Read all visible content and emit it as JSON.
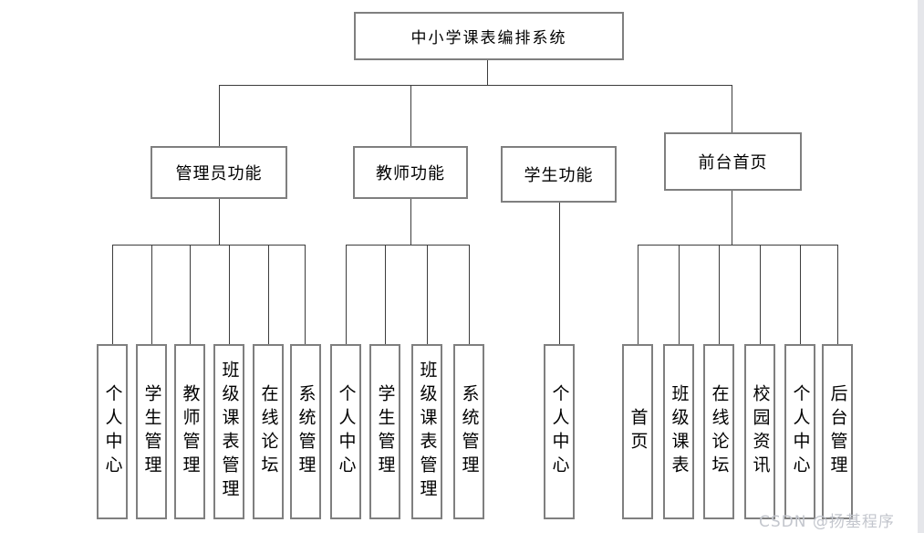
{
  "diagram": {
    "root": {
      "label": "中小学课表编排系统"
    },
    "branches": [
      {
        "label": "管理员功能",
        "children": [
          "个人中心",
          "学生管理",
          "教师管理",
          "班级课表管理",
          "在线论坛",
          "系统管理"
        ]
      },
      {
        "label": "教师功能",
        "children": [
          "个人中心",
          "学生管理",
          "班级课表管理",
          "系统管理"
        ]
      },
      {
        "label": "学生功能",
        "children": [
          "个人中心"
        ]
      },
      {
        "label": "前台首页",
        "children": [
          "首页",
          "班级课表",
          "在线论坛",
          "校园资讯",
          "个人中心",
          "后台管理"
        ]
      }
    ]
  },
  "watermark": "CSDN @扬基程序",
  "colors": {
    "background": "#ffffff",
    "box_border": "#7f7f7f",
    "connector_line": "#3c3c3c",
    "text": "#000000",
    "watermark_text": "#c3c6cd",
    "right_edge_strip": "#e5e6ea"
  }
}
